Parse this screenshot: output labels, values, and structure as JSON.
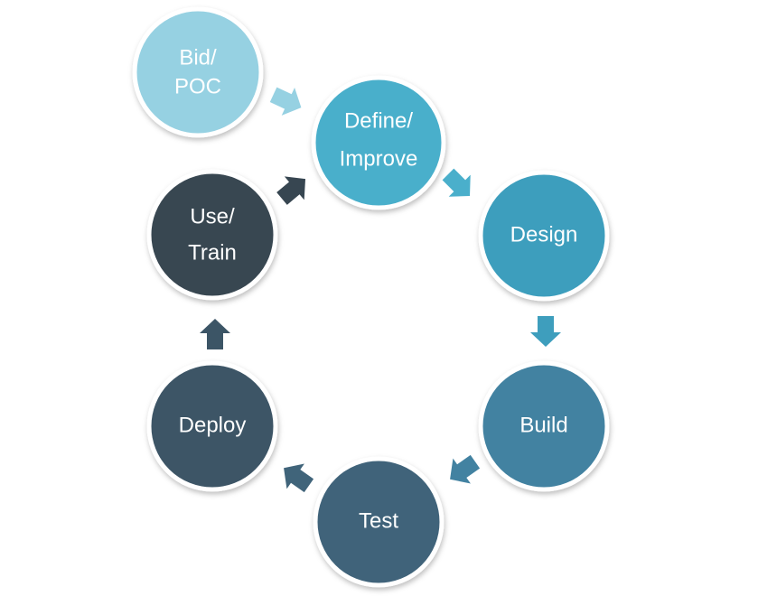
{
  "diagram": {
    "nodes": [
      {
        "id": "bid",
        "lines": [
          "Bid/",
          "POC"
        ],
        "color": "#96d1e2"
      },
      {
        "id": "define",
        "lines": [
          "Define/",
          "Improve"
        ],
        "color": "#4aafcb"
      },
      {
        "id": "design",
        "lines": [
          "Design"
        ],
        "color": "#3e9ebd"
      },
      {
        "id": "build",
        "lines": [
          "Build"
        ],
        "color": "#4282a1"
      },
      {
        "id": "test",
        "lines": [
          "Test"
        ],
        "color": "#40647a"
      },
      {
        "id": "deploy",
        "lines": [
          "Deploy"
        ],
        "color": "#3c5566"
      },
      {
        "id": "use",
        "lines": [
          "Use/",
          "Train"
        ],
        "color": "#374651"
      }
    ],
    "arrows": [
      {
        "from": "bid",
        "to": "define",
        "color": "#96d1e2"
      },
      {
        "from": "define",
        "to": "design",
        "color": "#4aafcb"
      },
      {
        "from": "design",
        "to": "build",
        "color": "#3e9ebd"
      },
      {
        "from": "build",
        "to": "test",
        "color": "#4282a1"
      },
      {
        "from": "test",
        "to": "deploy",
        "color": "#40647a"
      },
      {
        "from": "deploy",
        "to": "use",
        "color": "#3c5566"
      },
      {
        "from": "use",
        "to": "define",
        "color": "#374651"
      }
    ]
  }
}
